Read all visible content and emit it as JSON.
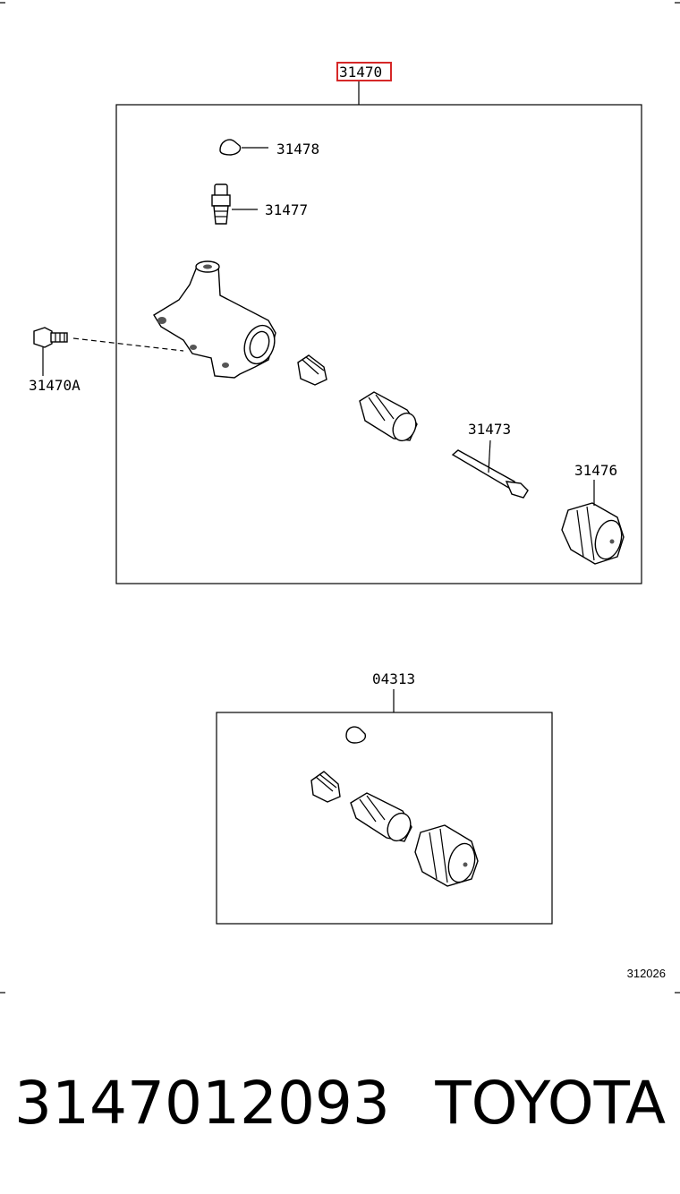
{
  "labels": {
    "main_assembly": "31470",
    "bleeder_cap": "31478",
    "bleeder_plug": "31477",
    "bolt": "31470A",
    "push_rod": "31473",
    "boot": "31476",
    "kit": "04313"
  },
  "diagram_code": "312026",
  "part_number": "3147012093",
  "brand": "TOYOTA",
  "highlight_color": "#d62828"
}
